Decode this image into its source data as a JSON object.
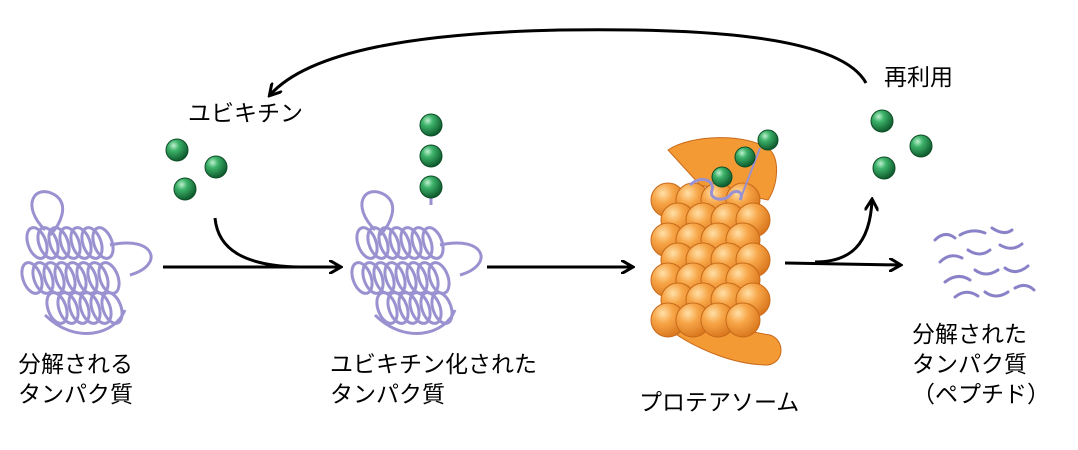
{
  "labels": {
    "ubiquitin": "ユビキチン",
    "reuse": "再利用",
    "substrate": [
      "分解される",
      "タンパク質"
    ],
    "ubiquitinated": [
      "ユビキチン化された",
      "タンパク質"
    ],
    "proteasome": "プロテアソーム",
    "degraded": [
      "分解された",
      "タンパク質",
      "（ペプチド）"
    ]
  },
  "colors": {
    "protein": "#9a92d0",
    "ubiquitin": "#1f8a4c",
    "proteasome": "#f39a35",
    "arrow": "#000000",
    "peptide": "#8a82c8"
  }
}
